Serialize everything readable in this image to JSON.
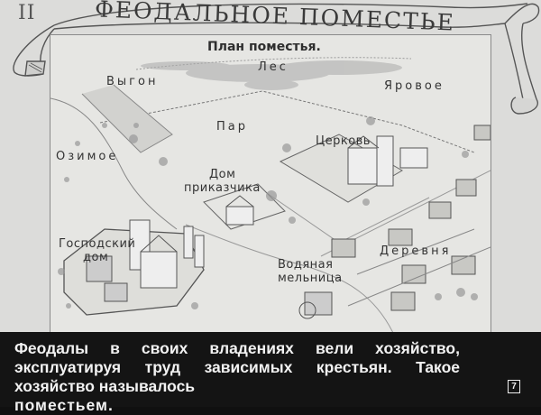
{
  "slide": {
    "number": "II",
    "title": "ФЕОДАЛЬНОЕ ПОМЕСТЬЕ",
    "background_color": "#dcdcda"
  },
  "map": {
    "title": "План поместья.",
    "labels": {
      "forest": "Лес",
      "pasture": "Выгон",
      "spring_field": "Яровое",
      "fallow": "Пар",
      "winter_field": "Озимое",
      "church": "Церковь",
      "steward_house_line1": "Дом",
      "steward_house_line2": "приказчика",
      "manor_house_line1": "Господский",
      "manor_house_line2": "дом",
      "watermill_line1": "Водяная",
      "watermill_line2": "мельница",
      "village": "Деревня"
    }
  },
  "caption": {
    "text": "Феодалы в своих владениях вели хозяйство, эксплуатируя труд зависимых крестьян. Такое хозяйство называлось",
    "emphasis": "поместьем.",
    "frame_number": "7",
    "background_color": "#141414",
    "text_color": "#f2f2f2"
  }
}
